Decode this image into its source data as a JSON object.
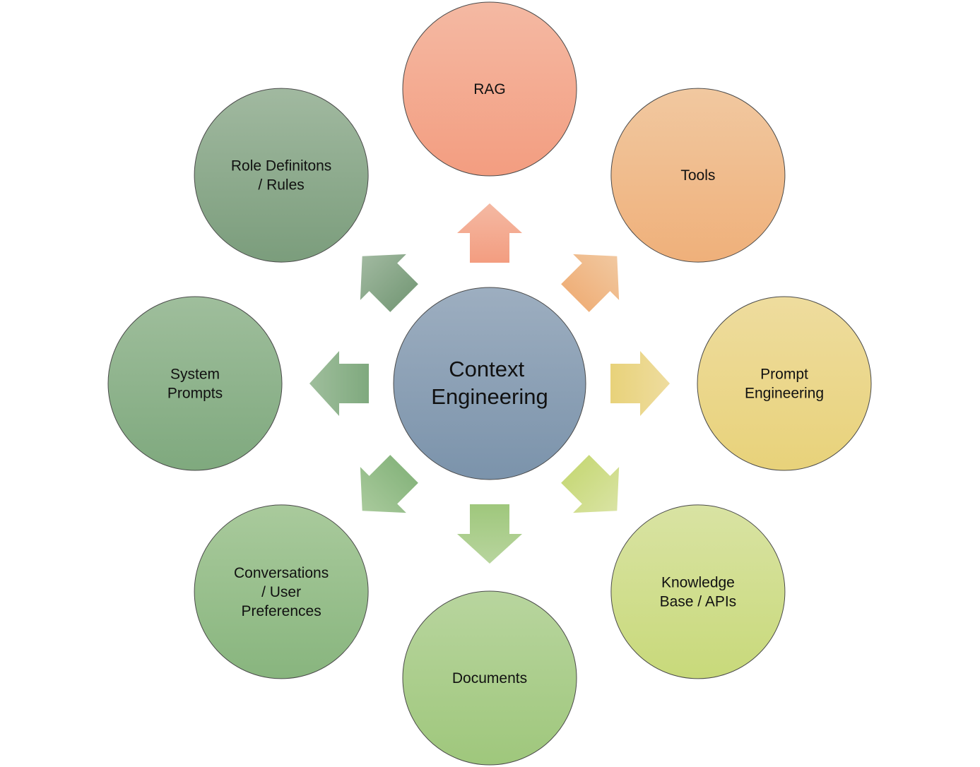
{
  "title": "Context Engineering",
  "center": {
    "label_lines": [
      "Context",
      "Engineering"
    ],
    "color_top": "#9daec0",
    "color_bottom": "#7b93ab"
  },
  "nodes": [
    {
      "id": "rag",
      "direction_deg": 0,
      "label_lines": [
        "RAG"
      ],
      "color_top": "#f4b9a3",
      "color_bottom": "#f39d80"
    },
    {
      "id": "tools",
      "direction_deg": 45,
      "label_lines": [
        "Tools"
      ],
      "color_top": "#f1c8a0",
      "color_bottom": "#efb07a"
    },
    {
      "id": "prompt-engineering",
      "direction_deg": 90,
      "label_lines": [
        "Prompt",
        "Engineering"
      ],
      "color_top": "#eedc9e",
      "color_bottom": "#e8d27a"
    },
    {
      "id": "knowledge-base-apis",
      "direction_deg": 135,
      "label_lines": [
        "Knowledge",
        "Base / APIs"
      ],
      "color_top": "#d9e3a3",
      "color_bottom": "#c8d97a"
    },
    {
      "id": "documents",
      "direction_deg": 180,
      "label_lines": [
        "Documents"
      ],
      "color_top": "#b8d59e",
      "color_bottom": "#9fc77c"
    },
    {
      "id": "conversations-user-preferences",
      "direction_deg": 225,
      "label_lines": [
        "Conversations",
        "/ User",
        "Preferences"
      ],
      "color_top": "#a9ca9c",
      "color_bottom": "#88b57e"
    },
    {
      "id": "system-prompts",
      "direction_deg": 270,
      "label_lines": [
        "System",
        "Prompts"
      ],
      "color_top": "#9fbe9c",
      "color_bottom": "#7fa97e"
    },
    {
      "id": "role-definitions-rules",
      "direction_deg": 315,
      "label_lines": [
        "Role Definitons",
        "/ Rules"
      ],
      "color_top": "#a1b9a0",
      "color_bottom": "#7b9d7c"
    }
  ]
}
